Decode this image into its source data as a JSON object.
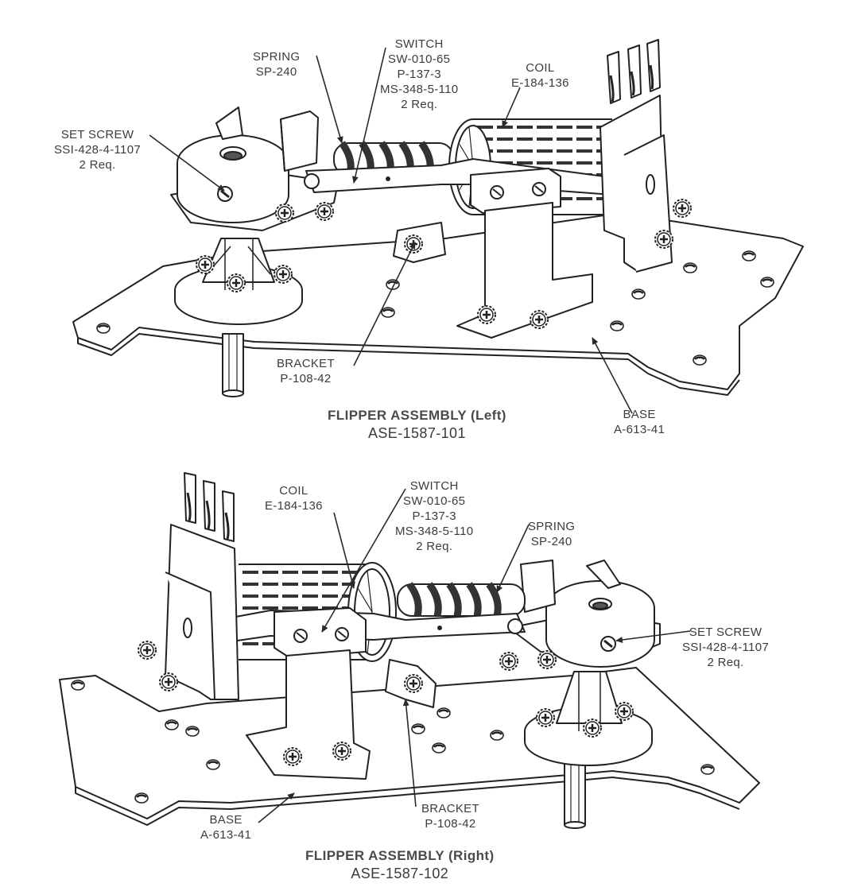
{
  "figures": [
    {
      "id": "left",
      "title": "FLIPPER ASSEMBLY (Left)",
      "part_number": "ASE-1587-101",
      "callouts": {
        "spring": [
          "SPRING",
          "SP-240"
        ],
        "switch": [
          "SWITCH",
          "SW-010-65",
          "P-137-3",
          "MS-348-5-110",
          "2 Req."
        ],
        "coil": [
          "COIL",
          "E-184-136"
        ],
        "set_screw": [
          "SET SCREW",
          "SSI-428-4-1107",
          "2 Req."
        ],
        "bracket": [
          "BRACKET",
          "P-108-42"
        ],
        "base": [
          "BASE",
          "A-613-41"
        ]
      }
    },
    {
      "id": "right",
      "title": "FLIPPER ASSEMBLY (Right)",
      "part_number": "ASE-1587-102",
      "callouts": {
        "coil": [
          "COIL",
          "E-184-136"
        ],
        "switch": [
          "SWITCH",
          "SW-010-65",
          "P-137-3",
          "MS-348-5-110",
          "2 Req."
        ],
        "spring": [
          "SPRING",
          "SP-240"
        ],
        "set_screw": [
          "SET SCREW",
          "SSI-428-4-1107",
          "2 Req."
        ],
        "base": [
          "BASE",
          "A-613-41"
        ],
        "bracket": [
          "BRACKET",
          "P-108-42"
        ]
      }
    }
  ]
}
